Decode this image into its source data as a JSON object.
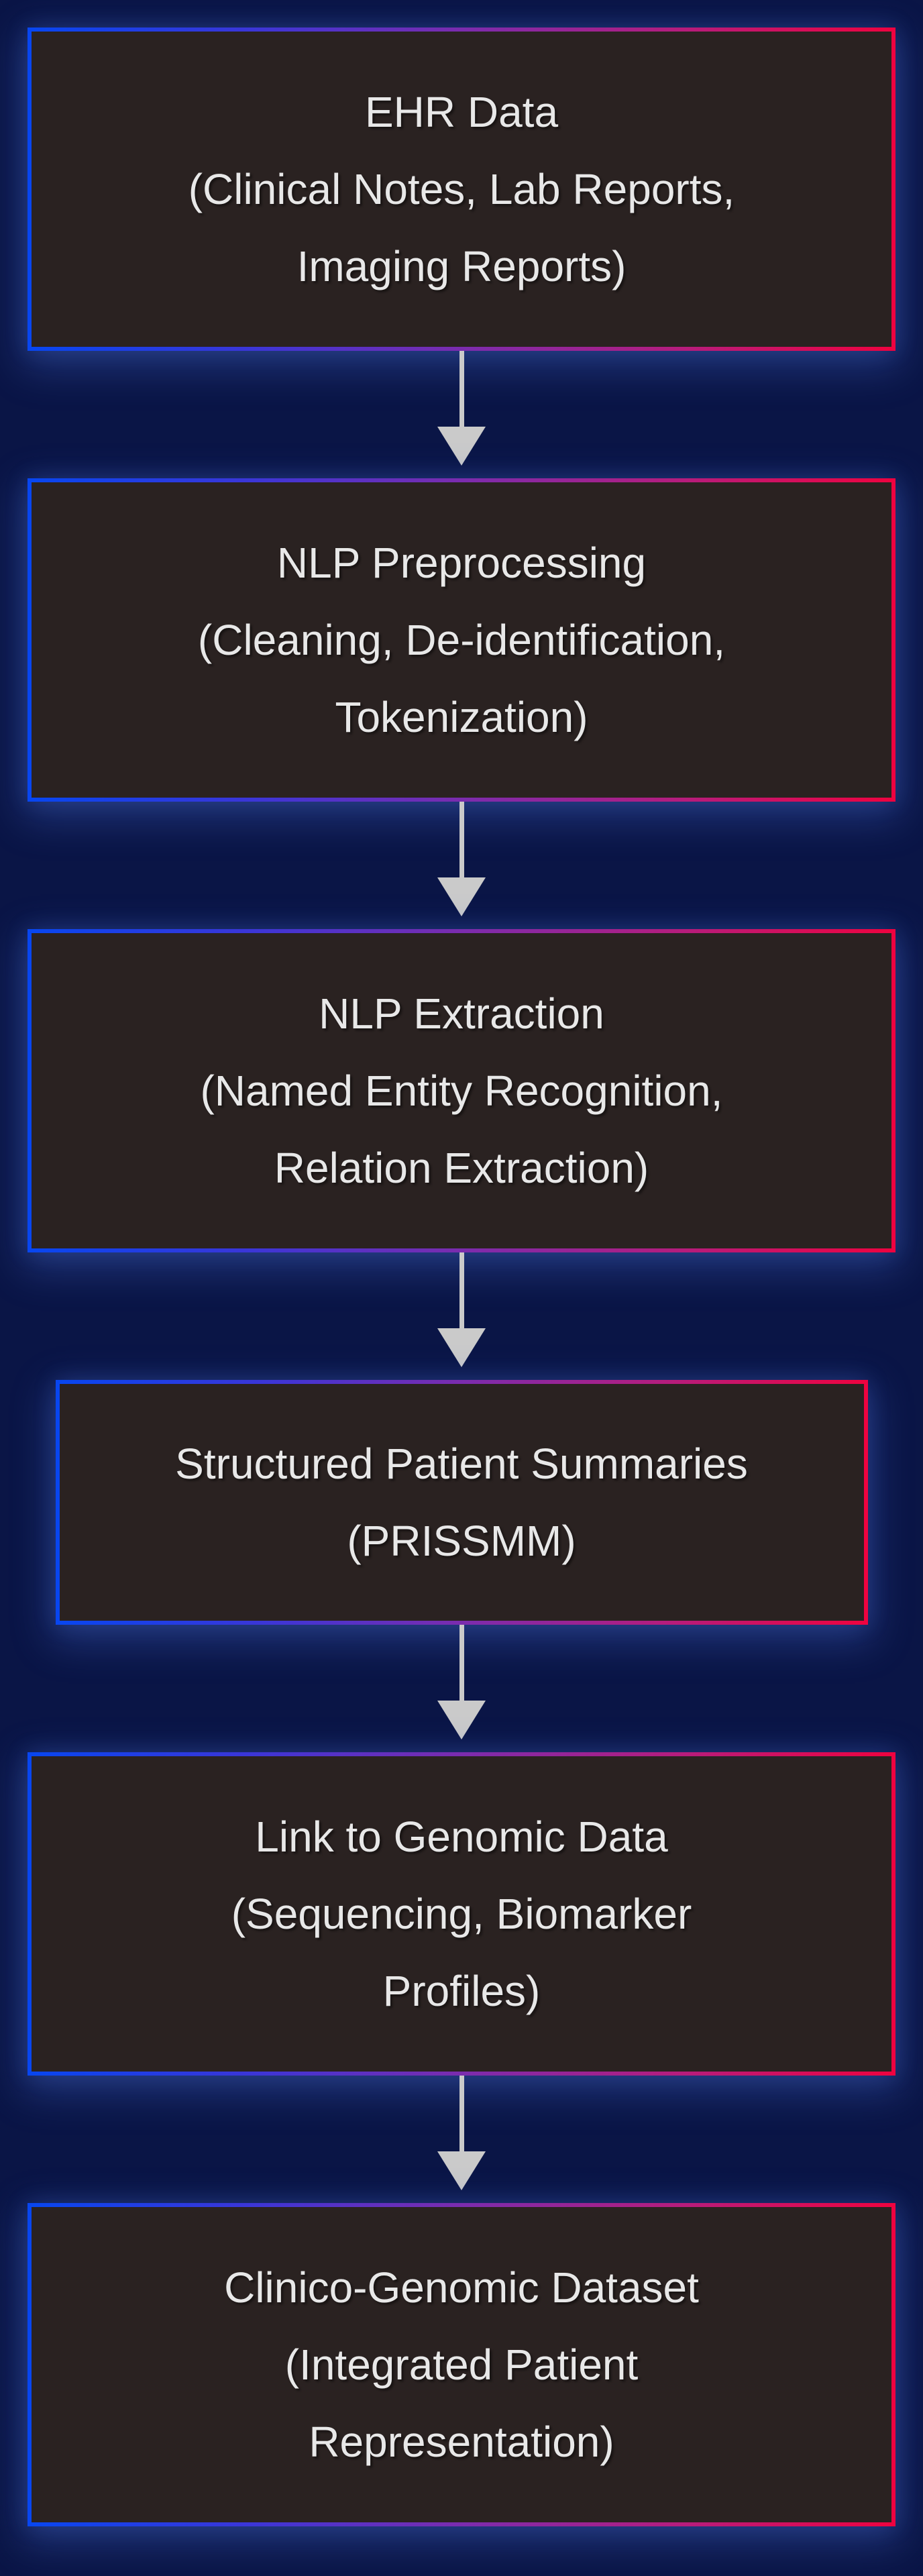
{
  "flowchart": {
    "nodes": [
      {
        "id": "ehr-data",
        "lines": [
          "EHR Data",
          "(Clinical Notes, Lab Reports,",
          "Imaging Reports)"
        ]
      },
      {
        "id": "nlp-preprocessing",
        "lines": [
          "NLP Preprocessing",
          "(Cleaning, De-identification,",
          "Tokenization)"
        ]
      },
      {
        "id": "nlp-extraction",
        "lines": [
          "NLP Extraction",
          "(Named Entity Recognition,",
          "Relation Extraction)"
        ]
      },
      {
        "id": "structured-patient-summaries",
        "lines": [
          "Structured Patient Summaries",
          "(PRISSMM)"
        ],
        "width_variant": "narrow"
      },
      {
        "id": "link-to-genomic-data",
        "lines": [
          "Link to Genomic Data",
          "(Sequencing, Biomarker",
          "Profiles)"
        ]
      },
      {
        "id": "clinico-genomic-dataset",
        "lines": [
          "Clinico-Genomic Dataset",
          "(Integrated Patient",
          "Representation)"
        ]
      }
    ],
    "connector": {
      "type": "arrow-down",
      "count": 5
    },
    "colors": {
      "background": "#0a1546",
      "box_fill": "#2a2221",
      "border_gradient_left": "#0846f0",
      "border_gradient_mid": "#7b2cae",
      "border_gradient_right": "#ee0340",
      "arrow": "#cacaca",
      "text": "#e8e8e8"
    }
  }
}
